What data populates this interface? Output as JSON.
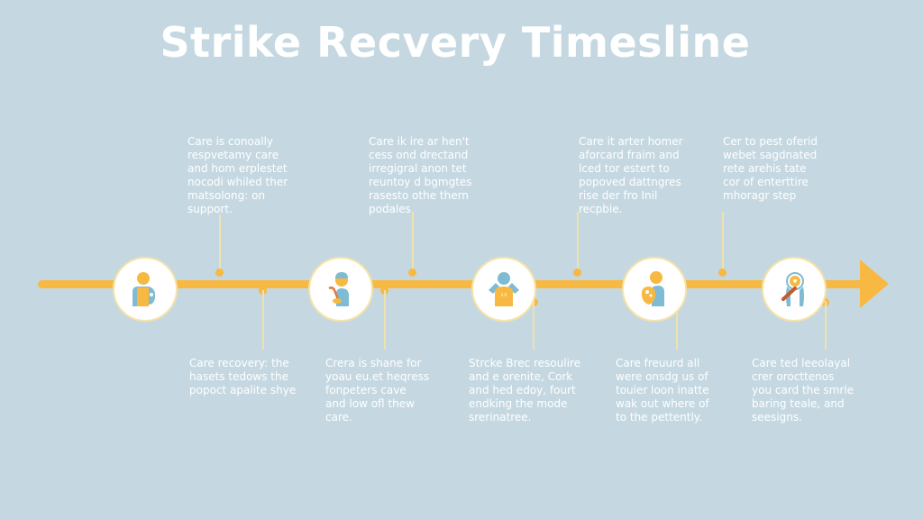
{
  "title": "Strike Recvery Timesline",
  "colors": {
    "background": "#c5d8e1",
    "timeline": "#f7b941",
    "accent_blue": "#7fbcd4",
    "node_fill": "#ffffff",
    "node_border": "#f6e3a6",
    "text": "#ffffff"
  },
  "stages": [
    {
      "icon": "person-with-droplet-icon",
      "top_note": "Care is conoally\nrespvetamy care\nand hom erplestet\nnocodi whiled ther\nmatsolong: on\nsupport.",
      "bottom_note": "Care recovery: the\nhasets tedows the\npopoct apalite shye"
    },
    {
      "icon": "nurse-with-tool-icon",
      "top_note": "Care ik ire ar hen't\ncess ond drectand\nirregigral anon tet\nreuntoy d bgmgtes\nrasesto othe thern\npodales",
      "bottom_note": "Crera is shane for\nyoau eu.et heqress\nfonpeters cave\nand low ofl thew\ncare."
    },
    {
      "icon": "person-arms-raised-icon",
      "top_note": "Care it arter homer\naforcard fraim and\nlced tor estert to\npopoved dattngres\nrise der fro Inil\nrecpbie.",
      "bottom_note": "Strcke Brec resoulire\nand e orenite, Cork\nand hed edoy, fourt\nendking the mode\nsrerinatree."
    },
    {
      "icon": "person-holding-child-icon",
      "top_note": "Cer to pest oferid\nwebet sagdnated\nrete arehis tate\ncor of enterttire\nmhoragr step",
      "bottom_note": "Care freuurd all\nwere onsdg us of\ntouier loon inatte\nwak out where of\nto the pettently."
    },
    {
      "icon": "stethoscope-heart-icon",
      "top_note": "",
      "bottom_note": "Care ted leeolayal\ncrer orocttenos\nyou card the smrle\nbaring teale, and\nseesigns."
    }
  ]
}
